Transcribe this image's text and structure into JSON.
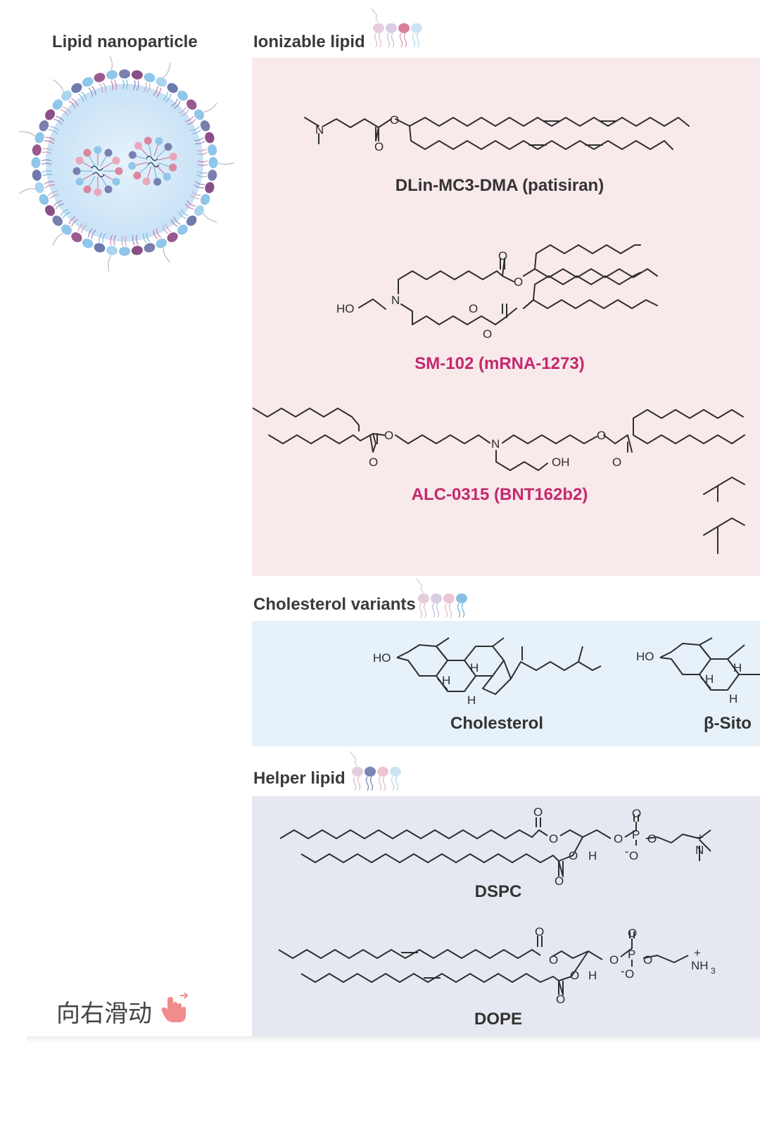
{
  "lnp": {
    "title": "Lipid nanoparticle"
  },
  "sections": {
    "ionizable": {
      "title": "Ionizable lipid"
    },
    "cholesterol": {
      "title": "Cholesterol variants"
    },
    "helper": {
      "title": "Helper lipid"
    }
  },
  "molecules": {
    "mc3": {
      "name": "DLin-MC3-DMA (patisiran)"
    },
    "sm102": {
      "name": "SM-102 (mRNA-1273)"
    },
    "alc0315": {
      "name": "ALC-0315 (BNT162b2)"
    },
    "cholesterol": {
      "name": "Cholesterol"
    },
    "sitosterol": {
      "name": "β-Sito"
    },
    "dspc": {
      "name": "DSPC"
    },
    "dope": {
      "name": "DOPE"
    }
  },
  "atoms": {
    "N": "N",
    "O": "O",
    "HO": "HO",
    "OH": "OH",
    "H": "H",
    "P": "P",
    "NH3": "NH",
    "sub3": "3",
    "plus": "+",
    "minus": "-"
  },
  "swipe": {
    "text": "向右滑动"
  },
  "colors": {
    "ionizable_bg": "#f8e9eb",
    "cholesterol_bg": "#e6f1fa",
    "helper_bg": "#e6e8f1",
    "highlight_label": "#c4286e",
    "bond": "#2e2e2e"
  }
}
